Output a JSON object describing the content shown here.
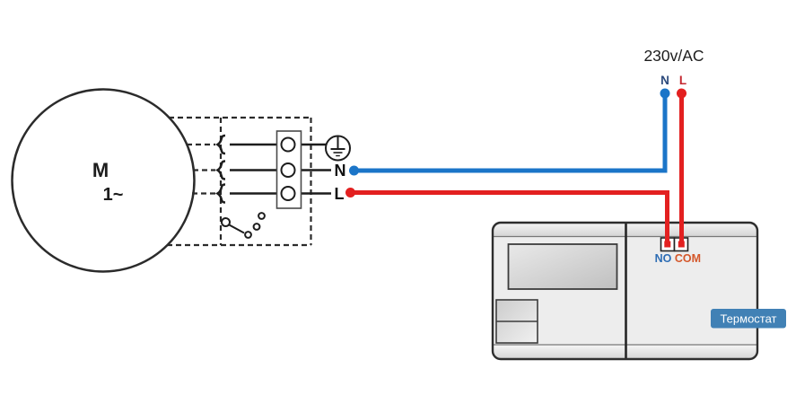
{
  "supply": {
    "voltage_label": "230v/AC",
    "neutral_label": "N",
    "line_label": "L"
  },
  "motor": {
    "symbol": "M",
    "phase_label": "1~"
  },
  "motor_terminals": {
    "neutral_label": "N",
    "line_label": "L"
  },
  "thermostat": {
    "no_label": "NO",
    "com_label": "COM",
    "badge_label": "Термостат"
  },
  "icons": {
    "ground": "protective-earth-icon",
    "motor": "single-phase-motor-icon",
    "connector": "plug-connector-icon",
    "selector": "speed-selector-switch-icon"
  },
  "colors": {
    "neutral_wire": "#1b75c8",
    "line_wire": "#e32020",
    "supply_neutral_text": "#2c4a7c",
    "supply_line_text": "#c4262e",
    "no_text": "#2e6db4",
    "com_text": "#d4572a",
    "badge_bg": "#4181b5",
    "diagram_line": "#2b2b2b"
  }
}
